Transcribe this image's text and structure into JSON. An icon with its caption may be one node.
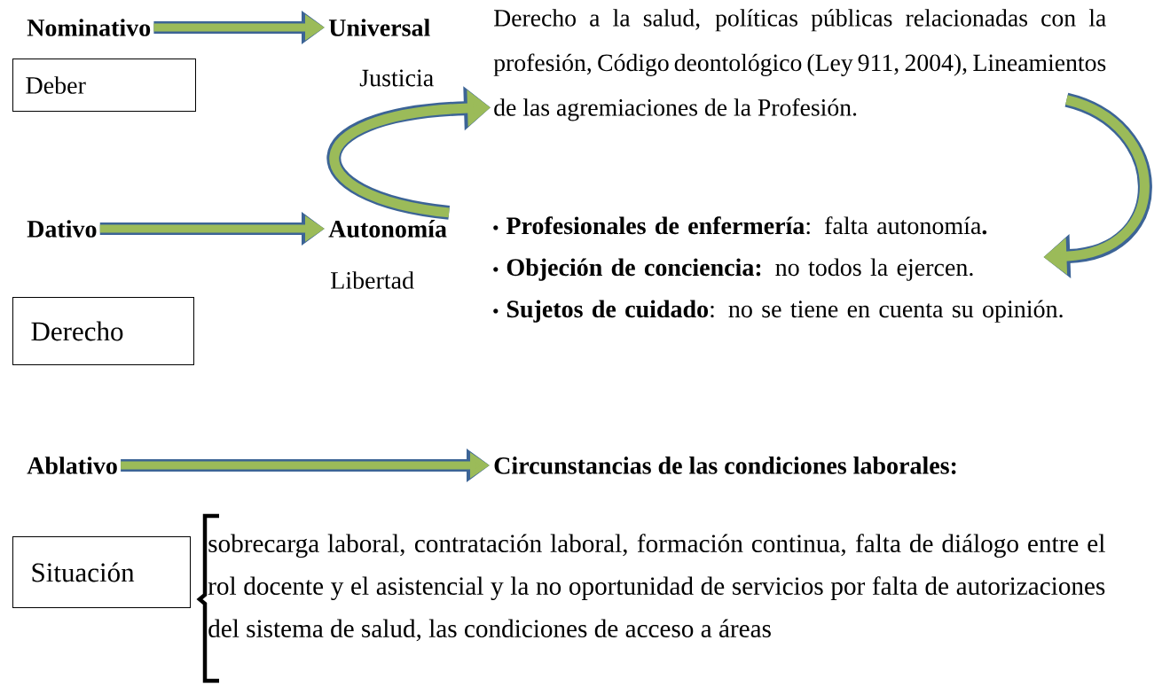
{
  "diagram": {
    "nodes": [
      {
        "text": [
          "Nominativo"
        ]
      },
      {
        "text": [
          "Universal"
        ]
      },
      {
        "text": [
          "Derecho a la salud, políticas públicas relacionadas con la profesión, Código deontológico (Ley 911, 2004), Lineamientos de las agremiaciones de la Profesión."
        ]
      },
      {
        "text": [
          "Deber"
        ]
      },
      {
        "text": [
          "Dativo"
        ]
      },
      {
        "text": [
          "Autonomía"
        ]
      },
      {
        "text": [
          "**Profesionales de enfermería**: falta autonomía**.**",
          "**Objeción de conciencia:** no todos la ejercen.",
          "**Sujetos de cuidado**: no se tiene en cuenta su opinión."
        ]
      },
      {
        "text": [
          "Derecho"
        ]
      },
      {
        "text": [
          "Ablativo"
        ]
      },
      {
        "text": [
          "Circunstancias de las condiciones laborales:"
        ]
      },
      {
        "text": [
          "Situación"
        ]
      }
    ],
    "edges": [
      {
        "from": 0,
        "to": 1,
        "arrow": "to"
      },
      {
        "from": 4,
        "to": 5,
        "arrow": "to"
      },
      {
        "from": 8,
        "to": 9,
        "arrow": "to"
      },
      {
        "from": 5,
        "to": 2,
        "arrow": "to"
      },
      {
        "from": 2,
        "to": 6,
        "arrow": "to"
      }
    ],
    "labels": [
      "Justicia",
      "Libertad",
      "sobrecarga laboral, contratación laboral, formación continua, falta de diálogo entre el rol docente y el asistencial y la no oportunidad de servicios por falta de autorizaciones del sistema de salud, las condiciones de acceso a áreas"
    ]
  }
}
